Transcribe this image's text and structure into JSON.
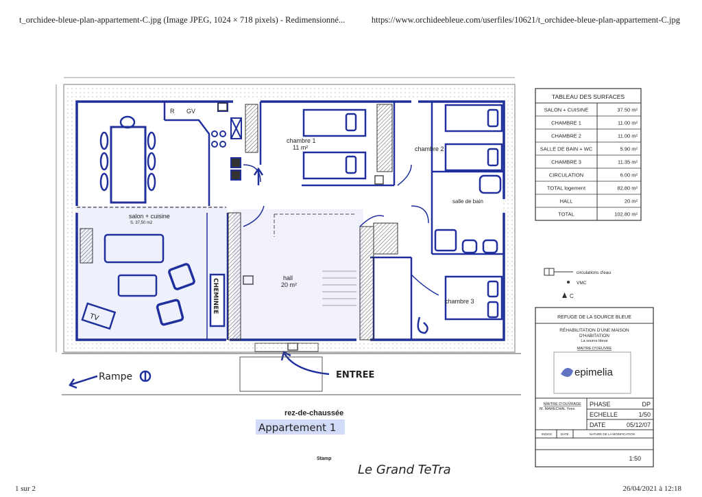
{
  "page": {
    "tab_title": "t_orchidee-bleue-plan-appartement-C.jpg (Image JPEG, 1024 × 718 pixels) - Redimensionné...",
    "url": "https://www.orchideebleue.com/userfiles/10621/t_orchidee-bleue-plan-appartement-C.jpg",
    "page_count": "1 sur 2",
    "print_date": "26/04/2021 à 12:18"
  },
  "plan": {
    "rooms": {
      "chambre1": "chambre 1",
      "chambre1_area": "11 m²",
      "chambre2": "chambre 2",
      "salon": "salon + cuisine",
      "salon_area": "S. 37,50 m2",
      "hall": "hall",
      "hall_area": "20 m²",
      "chambre3": "chambre 3",
      "salle_bain": "salle de bain",
      "fridge": "R",
      "gv": "GV"
    },
    "annotations": {
      "cheminee": "CHEMINEE",
      "rampe": "Rampe",
      "entree": "ENTREE",
      "tv": "TV",
      "level": "rez-de-chaussée",
      "appartement": "Appartement 1",
      "signature": "Le Grand TeTra",
      "stamp": "Stamp"
    }
  },
  "surfaces": {
    "title": "TABLEAU DES SURFACES",
    "rows": [
      {
        "label": "SALON + CUISINE",
        "value": "37.50 m²"
      },
      {
        "label": "CHAMBRE 1",
        "value": "11.00 m²"
      },
      {
        "label": "CHAMBRE 2",
        "value": "11.00 m²"
      },
      {
        "label": "SALLE DE BAIN + WC",
        "value": "5.90 m²"
      },
      {
        "label": "CHAMBRE 3",
        "value": "11.35 m²"
      },
      {
        "label": "CIRCULATION",
        "value": "6.00 m²"
      },
      {
        "label": "TOTAL logement",
        "value": "82.80 m²"
      },
      {
        "label": "HALL",
        "value": "20 m²"
      },
      {
        "label": "TOTAL",
        "value": "102.80 m²"
      }
    ]
  },
  "legend": {
    "water": "circulations d'eau",
    "vmc": "VMC",
    "c": "C"
  },
  "cartouche": {
    "project": "REFUGE DE LA SOURCE BLEUE",
    "rehab": "RÉHABILITATION D'UNE MAISON",
    "rehab2": "D'HABITATION",
    "subtitle": "La source bleue",
    "maitre_oeuvre": "MAITRE D'OEUVRE",
    "logo": "epimelia",
    "maitre_ouvrage": "MAITRE D'OUVRAGE",
    "owner": "M. MARECHAL Yves",
    "phase_label": "PHASE",
    "phase_value": "DP",
    "echelle_label": "ECHELLE",
    "echelle_value": "1/50",
    "date_label": "DATE",
    "date_value": "05/12/07",
    "indice": "INDICE",
    "date_small": "DATE",
    "nature": "NATURE DE LA MODIFICATION",
    "scale_bottom": "1:50"
  }
}
